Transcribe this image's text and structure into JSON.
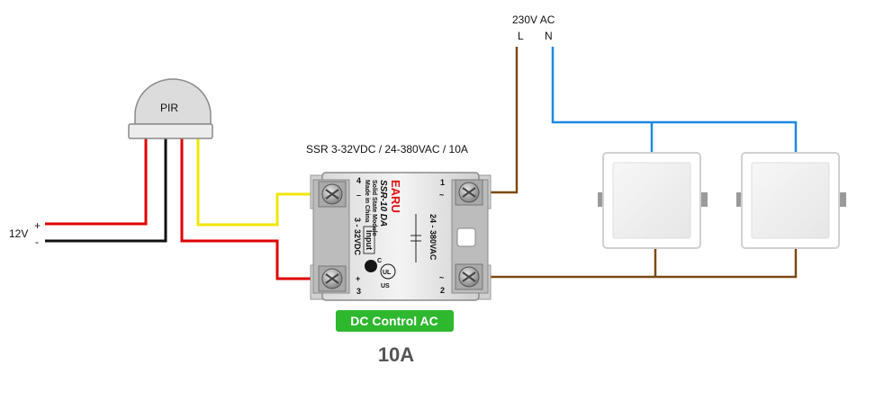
{
  "pir": {
    "label": "PIR"
  },
  "power_dc": {
    "voltage_label": "12V",
    "plus": "+",
    "minus": "-"
  },
  "mains": {
    "title": "230V AC",
    "line": "L",
    "neutral": "N"
  },
  "ssr": {
    "spec_caption": "SSR 3-32VDC / 24-380VAC / 10A",
    "brand": "EARU",
    "model": "SSR-10 DA",
    "subtitle": "Solid State Module",
    "origin": "Made in China",
    "input_box": "Input",
    "input_range": "3 - 32VDC",
    "output_range": "24 - 380VAC",
    "cert_left": "C",
    "cert_right": "US",
    "cert_mark": "UL",
    "term1": "1",
    "term2": "2",
    "term3": "3",
    "term4": "4",
    "minus": "–",
    "plus": "+",
    "ac_top": "~",
    "ac_bottom": "~"
  },
  "badge": {
    "text": "DC Control AC",
    "color": "#2eb82e"
  },
  "rating": {
    "text": "10A"
  },
  "wire_colors": {
    "red": "#e00000",
    "black": "#111111",
    "yellow": "#f2e600",
    "brown": "#7a4a10",
    "blue": "#1e88e5"
  }
}
